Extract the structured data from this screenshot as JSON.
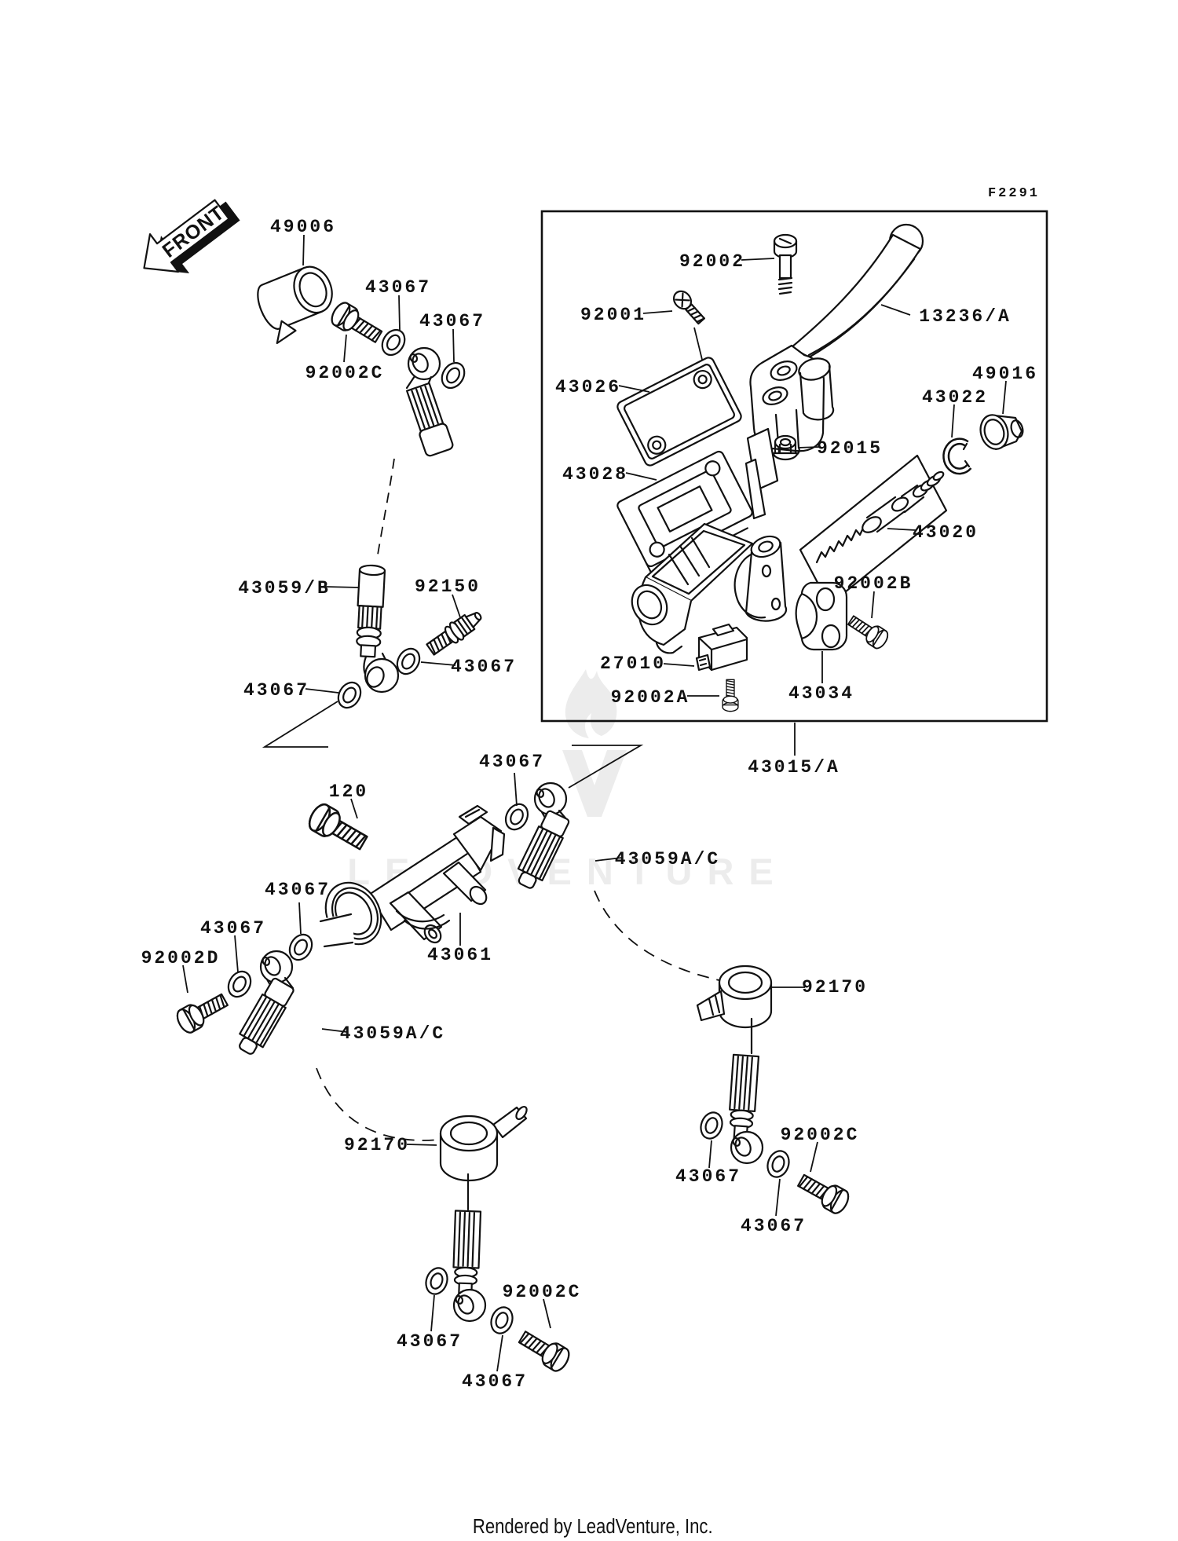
{
  "diagram": {
    "figure_code": "F2291",
    "front_marker": "FRONT",
    "watermark_text": "LEADVENTURE",
    "footer_credit": "Rendered by LeadVenture, Inc.",
    "colors": {
      "line": "#111111",
      "background": "#ffffff",
      "watermark": "#ececec"
    }
  },
  "part_labels": [
    {
      "text": "49006"
    },
    {
      "text": "43067"
    },
    {
      "text": "43067"
    },
    {
      "text": "92002C"
    },
    {
      "text": "92002"
    },
    {
      "text": "92001"
    },
    {
      "text": "13236/A"
    },
    {
      "text": "43026"
    },
    {
      "text": "49016"
    },
    {
      "text": "43022"
    },
    {
      "text": "92015"
    },
    {
      "text": "43028"
    },
    {
      "text": "43020"
    },
    {
      "text": "92002B"
    },
    {
      "text": "27010"
    },
    {
      "text": "92002A"
    },
    {
      "text": "43034"
    },
    {
      "text": "43015/A"
    },
    {
      "text": "43059/B"
    },
    {
      "text": "92150"
    },
    {
      "text": "43067"
    },
    {
      "text": "43067"
    },
    {
      "text": "43067"
    },
    {
      "text": "120"
    },
    {
      "text": "43059A/C"
    },
    {
      "text": "43067"
    },
    {
      "text": "43067"
    },
    {
      "text": "92002D"
    },
    {
      "text": "43061"
    },
    {
      "text": "43059A/C"
    },
    {
      "text": "92170"
    },
    {
      "text": "92170"
    },
    {
      "text": "43067"
    },
    {
      "text": "92002C"
    },
    {
      "text": "43067"
    },
    {
      "text": "92002C"
    },
    {
      "text": "43067"
    },
    {
      "text": "43067"
    }
  ]
}
